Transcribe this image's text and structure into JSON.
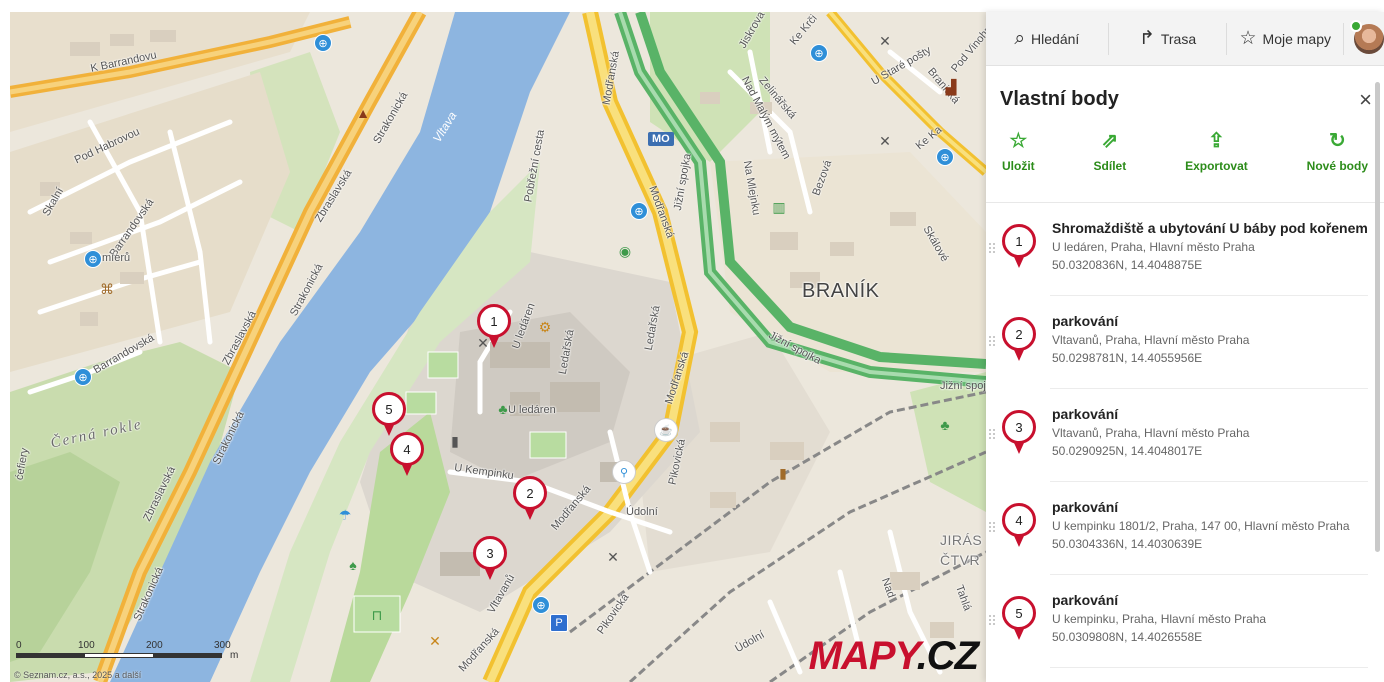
{
  "map": {
    "labels": {
      "k_barrandovu": "K Barrandovu",
      "pod_habrovou": "Pod Habrovou",
      "skalni": "Skalní",
      "barrandovska": "Barrandovská",
      "zbraslavska": "Zbraslavská",
      "strakonicka": "Strakonická",
      "vltava": "Vltava",
      "cerna_rokle": "Černá rokle",
      "pobrezni_cesta": "Pobřežní cesta",
      "modranska": "Modřanská",
      "jizni_spojka": "Jižní spojka",
      "branik": "BRANÍK",
      "ledarska": "Ledařská",
      "u_ledaren": "U ledáren",
      "u_kempinku": "U Kempinku",
      "pikovicka": "Pikovická",
      "udolni": "Údolní",
      "vltavanu": "Vltavanů",
      "mo_badge": "MO",
      "jiraskuv": "JIRÁS",
      "ctvrt": "ČTVR",
      "nad_malym_mytem": "Nad Malým mýtem",
      "na_mlejnku": "Na Mlejnku",
      "zelinarska": "Zelinářská",
      "bezova": "Bezová",
      "skalova": "Skálové",
      "jiskrova": "Jiskrova",
      "ke_krci": "Ke Krči",
      "pod_vinohrady": "Pod Vinohr",
      "u_stare_posty": "U Staré pošty",
      "branicka": "Branická",
      "ke_ka": "Ke Ka",
      "nad_ka": "Nad",
      "tehova": "Tahlá",
      "mieru": "míerů",
      "pod_jezerkou": "Barrandovská",
      "cefleri": "ćefiery"
    },
    "scale": {
      "ticks": [
        "0",
        "100",
        "200",
        "300"
      ],
      "unit": "m"
    },
    "copyright": "© Seznam.cz, a.s., 2025 a další",
    "logo": {
      "left": "MAPY",
      "right": ".CZ"
    },
    "colors": {
      "pin": "#c8102e",
      "river": "#8db5e0",
      "highway": "#f6c444",
      "motorway": "#f2b130"
    }
  },
  "topbar": {
    "search_label": "Hledání",
    "route_label": "Trasa",
    "mymaps_label": "Moje mapy",
    "search_icon": "search-icon",
    "route_icon": "route-icon",
    "mymaps_icon": "star-icon"
  },
  "panel": {
    "title": "Vlastní body",
    "close": "×",
    "actions": [
      {
        "label": "Uložit",
        "icon": "☆"
      },
      {
        "label": "Sdílet",
        "icon": "⇗"
      },
      {
        "label": "Exportovat",
        "icon": "⇪"
      },
      {
        "label": "Nové body",
        "icon": "↻"
      }
    ],
    "accent": "#3aa935",
    "points": [
      {
        "n": "1",
        "name": "Shromaždiště a ubytování U báby pod kořenem",
        "addr": "U ledáren, Praha, Hlavní město Praha",
        "coords": "50.0320836N, 14.4048875E"
      },
      {
        "n": "2",
        "name": "parkování",
        "addr": "Vltavanů, Praha, Hlavní město Praha",
        "coords": "50.0298781N, 14.4055956E"
      },
      {
        "n": "3",
        "name": "parkování",
        "addr": "Vltavanů, Praha, Hlavní město Praha",
        "coords": "50.0290925N, 14.4048017E"
      },
      {
        "n": "4",
        "name": "parkování",
        "addr": "U kempinku 1801/2, Praha, 147 00, Hlavní město Praha",
        "coords": "50.0304336N, 14.4030639E"
      },
      {
        "n": "5",
        "name": "parkování",
        "addr": "U kempinku, Praha, Hlavní město Praha",
        "coords": "50.0309808N, 14.4026558E"
      }
    ]
  }
}
